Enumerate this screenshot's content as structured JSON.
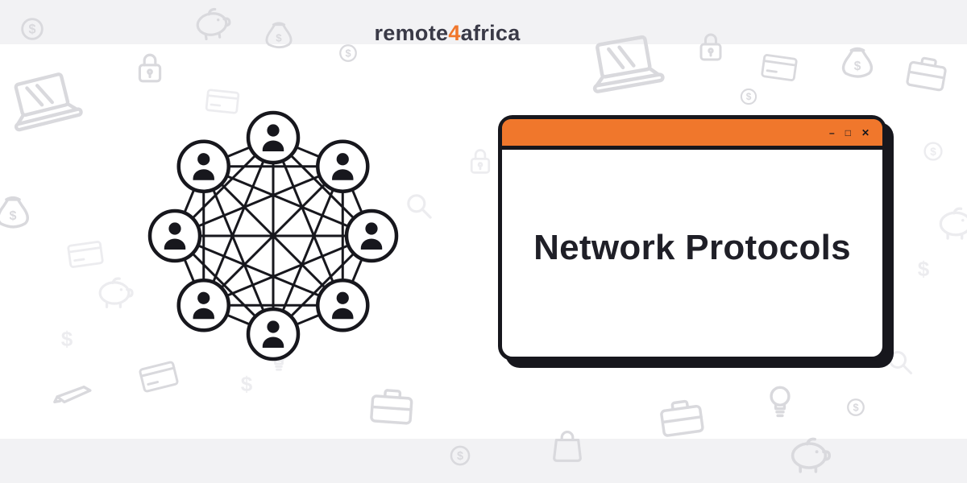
{
  "logo": {
    "part1": "remote",
    "accent": "4",
    "part2": "africa"
  },
  "window": {
    "title": "Network Protocols",
    "controls": {
      "minimize": "–",
      "maximize": "□",
      "close": "✕"
    }
  },
  "diagram": {
    "node_count": 8,
    "node_icon": "person",
    "layout": "circle",
    "connectivity": "full-mesh"
  },
  "colors": {
    "accent_orange": "#F0772C",
    "ink": "#17171D",
    "logo_dark": "#3A3A47",
    "title_dark": "#1F1F27",
    "bg_gray": "#F2F2F4",
    "band_white": "#FFFFFF",
    "doodle_gray": "#D9D9DD",
    "doodle_faint": "#ECECEF"
  }
}
